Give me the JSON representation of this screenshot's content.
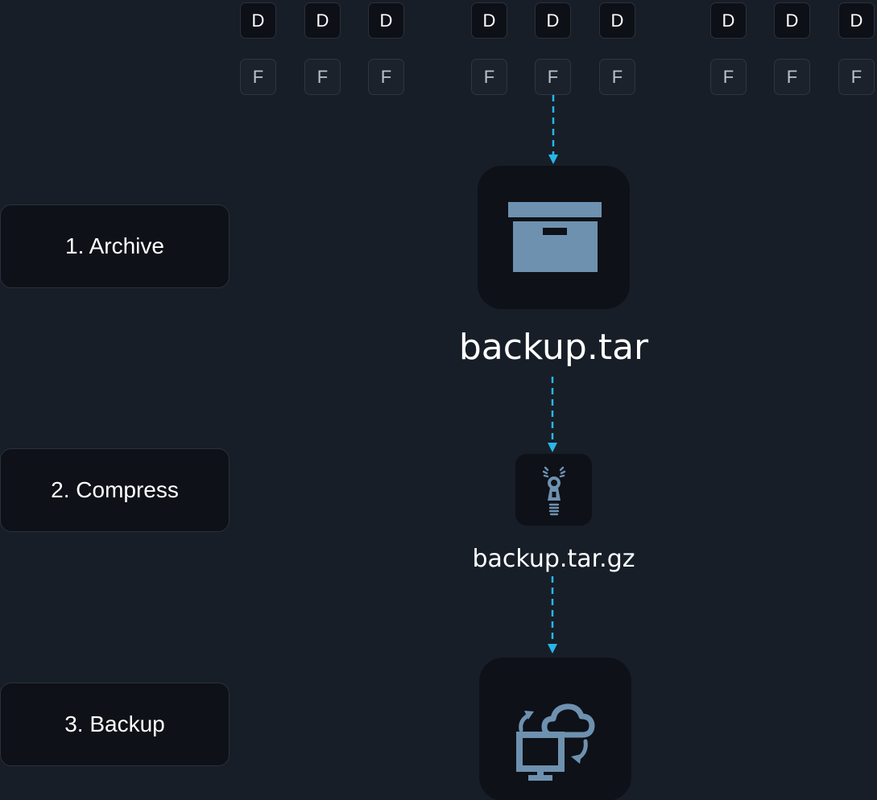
{
  "steps": [
    {
      "label": "1. Archive"
    },
    {
      "label": "2. Compress"
    },
    {
      "label": "3. Backup"
    }
  ],
  "tiles": {
    "d_label": "D",
    "f_label": "F"
  },
  "nodes": {
    "archive": {
      "label": "backup.tar",
      "icon": "archive-box-icon"
    },
    "compress": {
      "label": "backup.tar.gz",
      "icon": "zipper-icon"
    },
    "backup": {
      "label": "",
      "icon": "cloud-sync-icon"
    }
  },
  "colors": {
    "background": "#171e28",
    "node_fill": "#0e1117",
    "icon": "#6e91b0",
    "arrow": "#29b6e8",
    "text": "#ffffff"
  }
}
